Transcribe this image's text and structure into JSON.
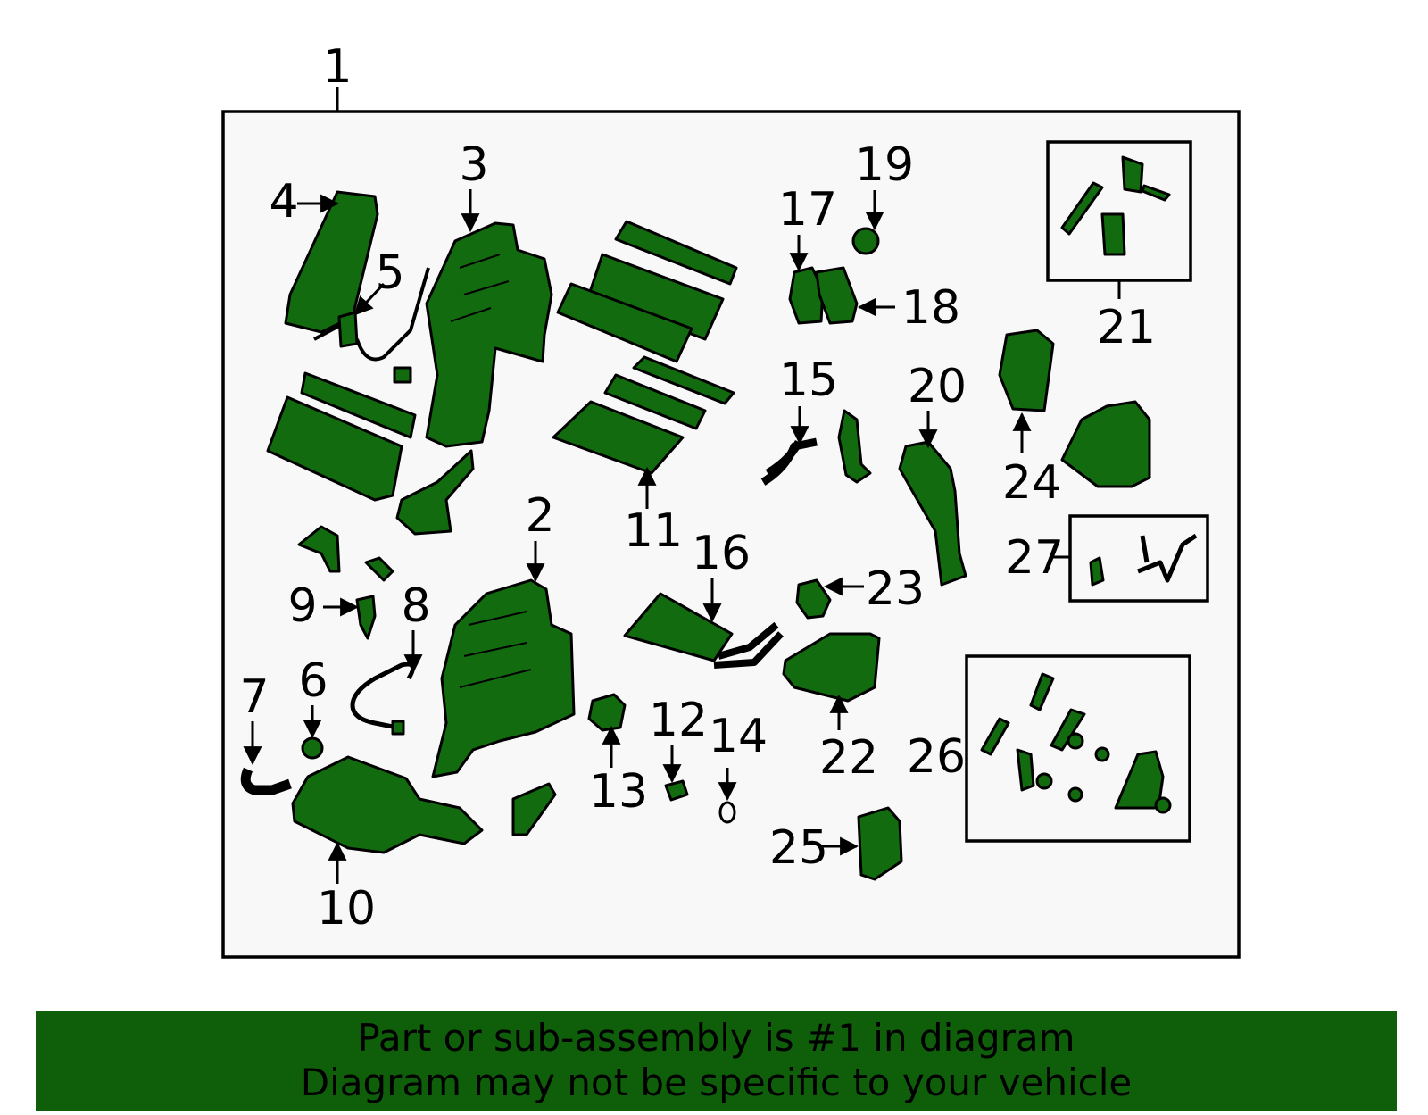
{
  "colors": {
    "part_fill": "#126b0e",
    "part_stroke": "#000000",
    "panel_bg": "#f8f8f8",
    "banner_bg": "#0f5e0a",
    "text": "#000000"
  },
  "callouts": {
    "c1": "1",
    "c2": "2",
    "c3": "3",
    "c4": "4",
    "c5": "5",
    "c6": "6",
    "c7": "7",
    "c8": "8",
    "c9": "9",
    "c10": "10",
    "c11": "11",
    "c12": "12",
    "c13": "13",
    "c14": "14",
    "c15": "15",
    "c16": "16",
    "c17": "17",
    "c18": "18",
    "c19": "19",
    "c20": "20",
    "c21": "21",
    "c22": "22",
    "c23": "23",
    "c24": "24",
    "c25": "25",
    "c26": "26",
    "c27": "27"
  },
  "banner": {
    "line1": "Part or sub-assembly is #1 in diagram",
    "line2": "Diagram may not be specific to your vehicle"
  }
}
